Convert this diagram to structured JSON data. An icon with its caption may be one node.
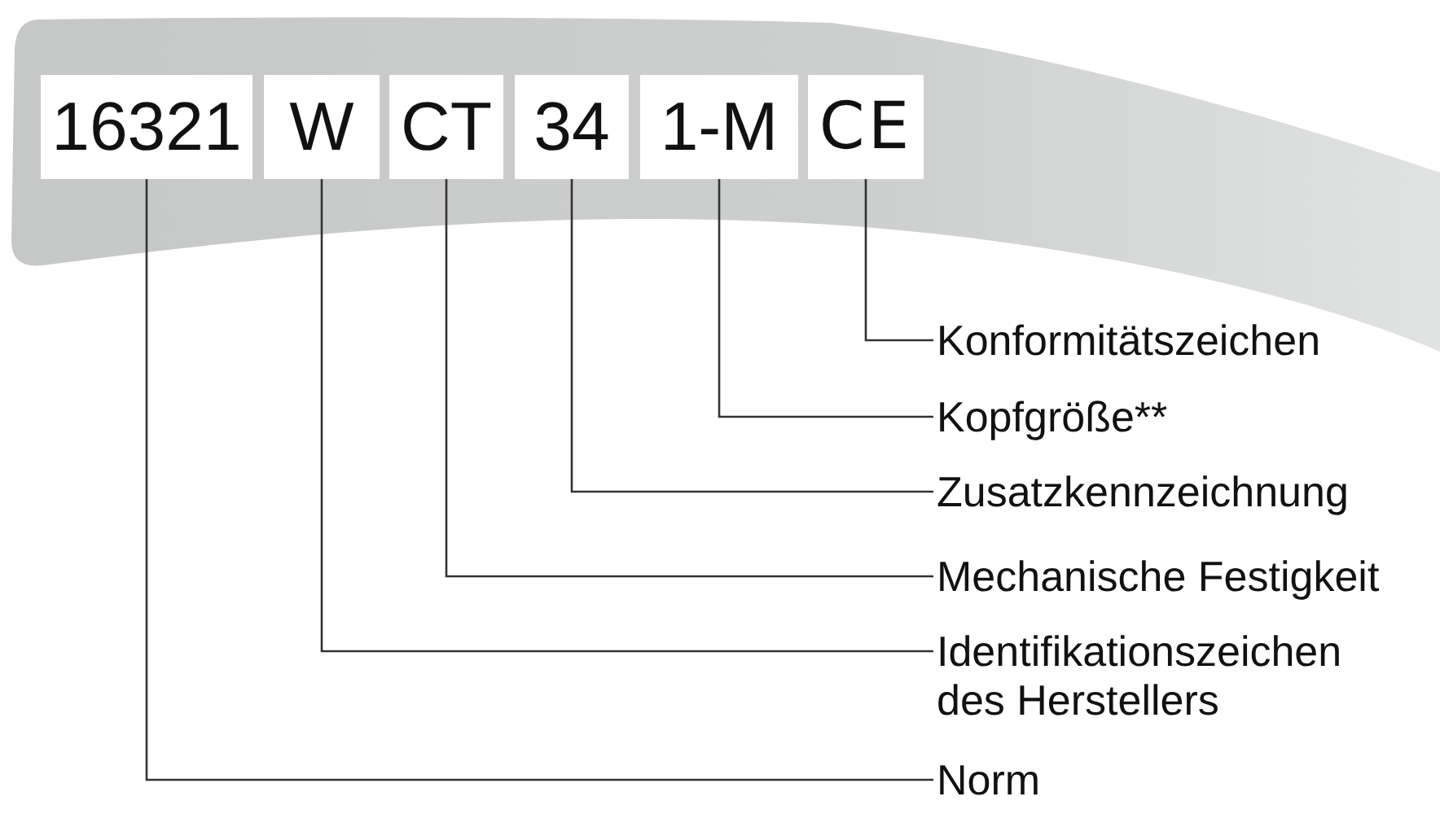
{
  "diagram": {
    "nodes": [
      {
        "text": [
          "16321"
        ]
      },
      {
        "text": [
          "W"
        ]
      },
      {
        "text": [
          "CT"
        ]
      },
      {
        "text": [
          "34"
        ]
      },
      {
        "text": [
          "1-M"
        ]
      },
      {
        "text": [
          "CE"
        ]
      },
      {
        "text": [
          "Konformitätszeichen"
        ]
      },
      {
        "text": [
          "Kopfgröße**"
        ]
      },
      {
        "text": [
          "Zusatzkennzeichnung"
        ]
      },
      {
        "text": [
          "Mechanische Festigkeit"
        ]
      },
      {
        "text": [
          "Identifikationszeichen des Herstellers"
        ]
      },
      {
        "text": [
          "Norm"
        ]
      }
    ],
    "edges": [
      {
        "from": 6,
        "to": 5,
        "arrow": "none"
      },
      {
        "from": 7,
        "to": 4,
        "arrow": "none"
      },
      {
        "from": 8,
        "to": 3,
        "arrow": "none"
      },
      {
        "from": 9,
        "to": 2,
        "arrow": "none"
      },
      {
        "from": 10,
        "to": 1,
        "arrow": "none"
      },
      {
        "from": 11,
        "to": 0,
        "arrow": "none"
      }
    ]
  }
}
